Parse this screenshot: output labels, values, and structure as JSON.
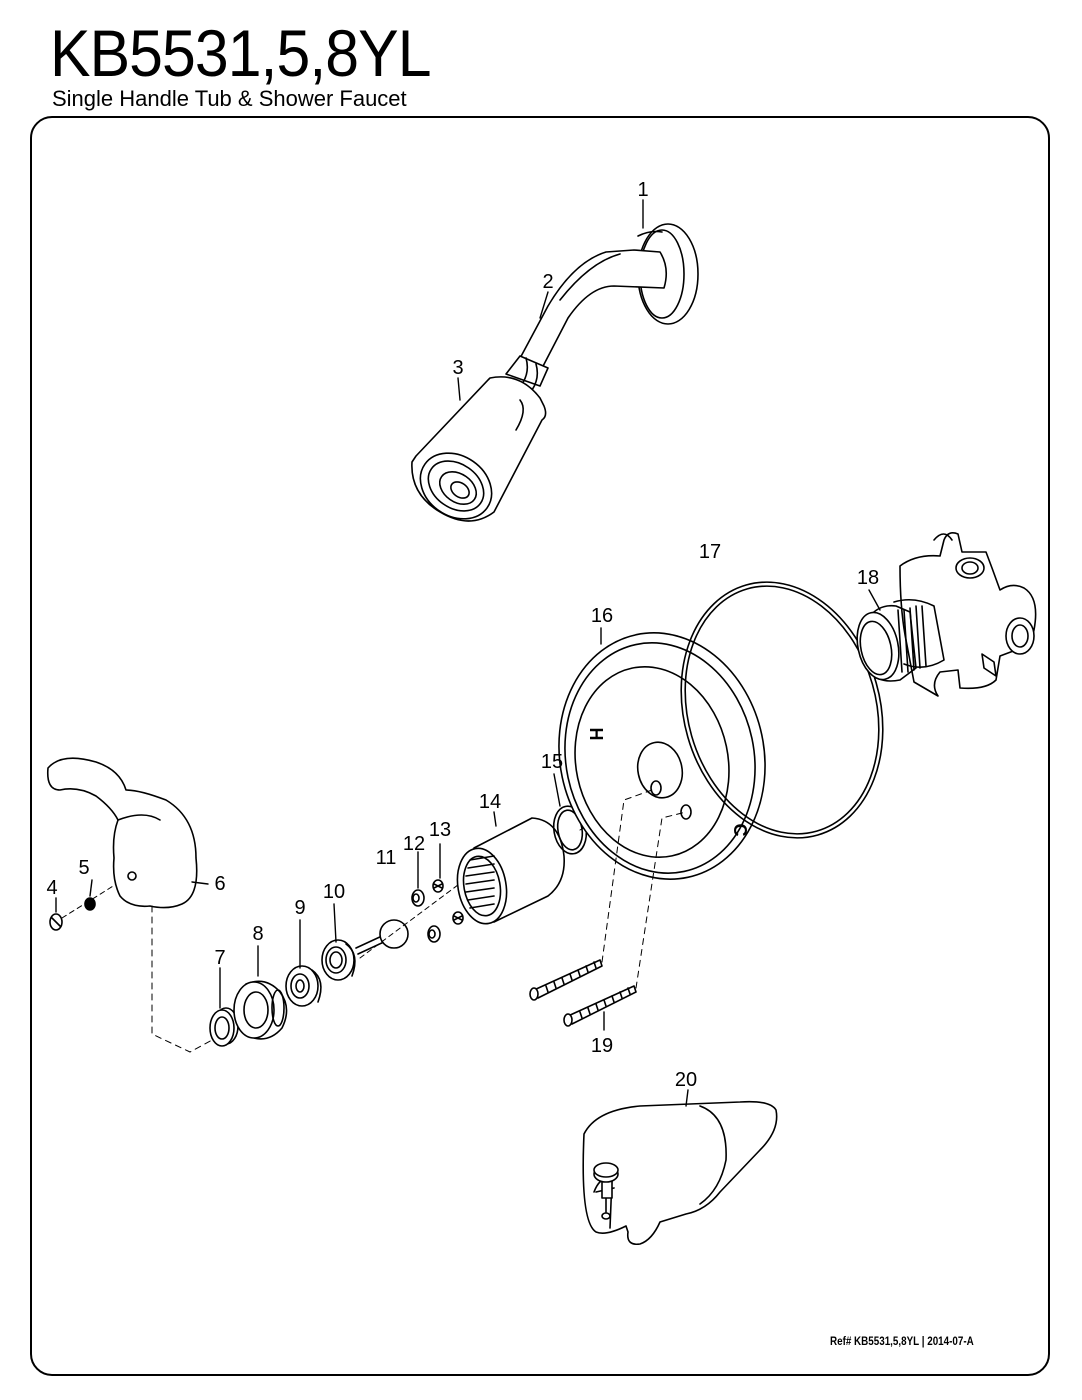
{
  "header": {
    "model": "KB5531,5,8YL",
    "subtitle": "Single Handle Tub & Shower Faucet"
  },
  "callouts": [
    "1",
    "2",
    "3",
    "4",
    "5",
    "6",
    "7",
    "8",
    "9",
    "10",
    "11",
    "12",
    "13",
    "14",
    "15",
    "16",
    "17",
    "18",
    "19",
    "20"
  ],
  "plate_marks": {
    "hot": "H",
    "cold": "C"
  },
  "footer": {
    "ref": "Ref# KB5531,5,8YL",
    "separator": "|",
    "revision": "2014-07-A"
  }
}
